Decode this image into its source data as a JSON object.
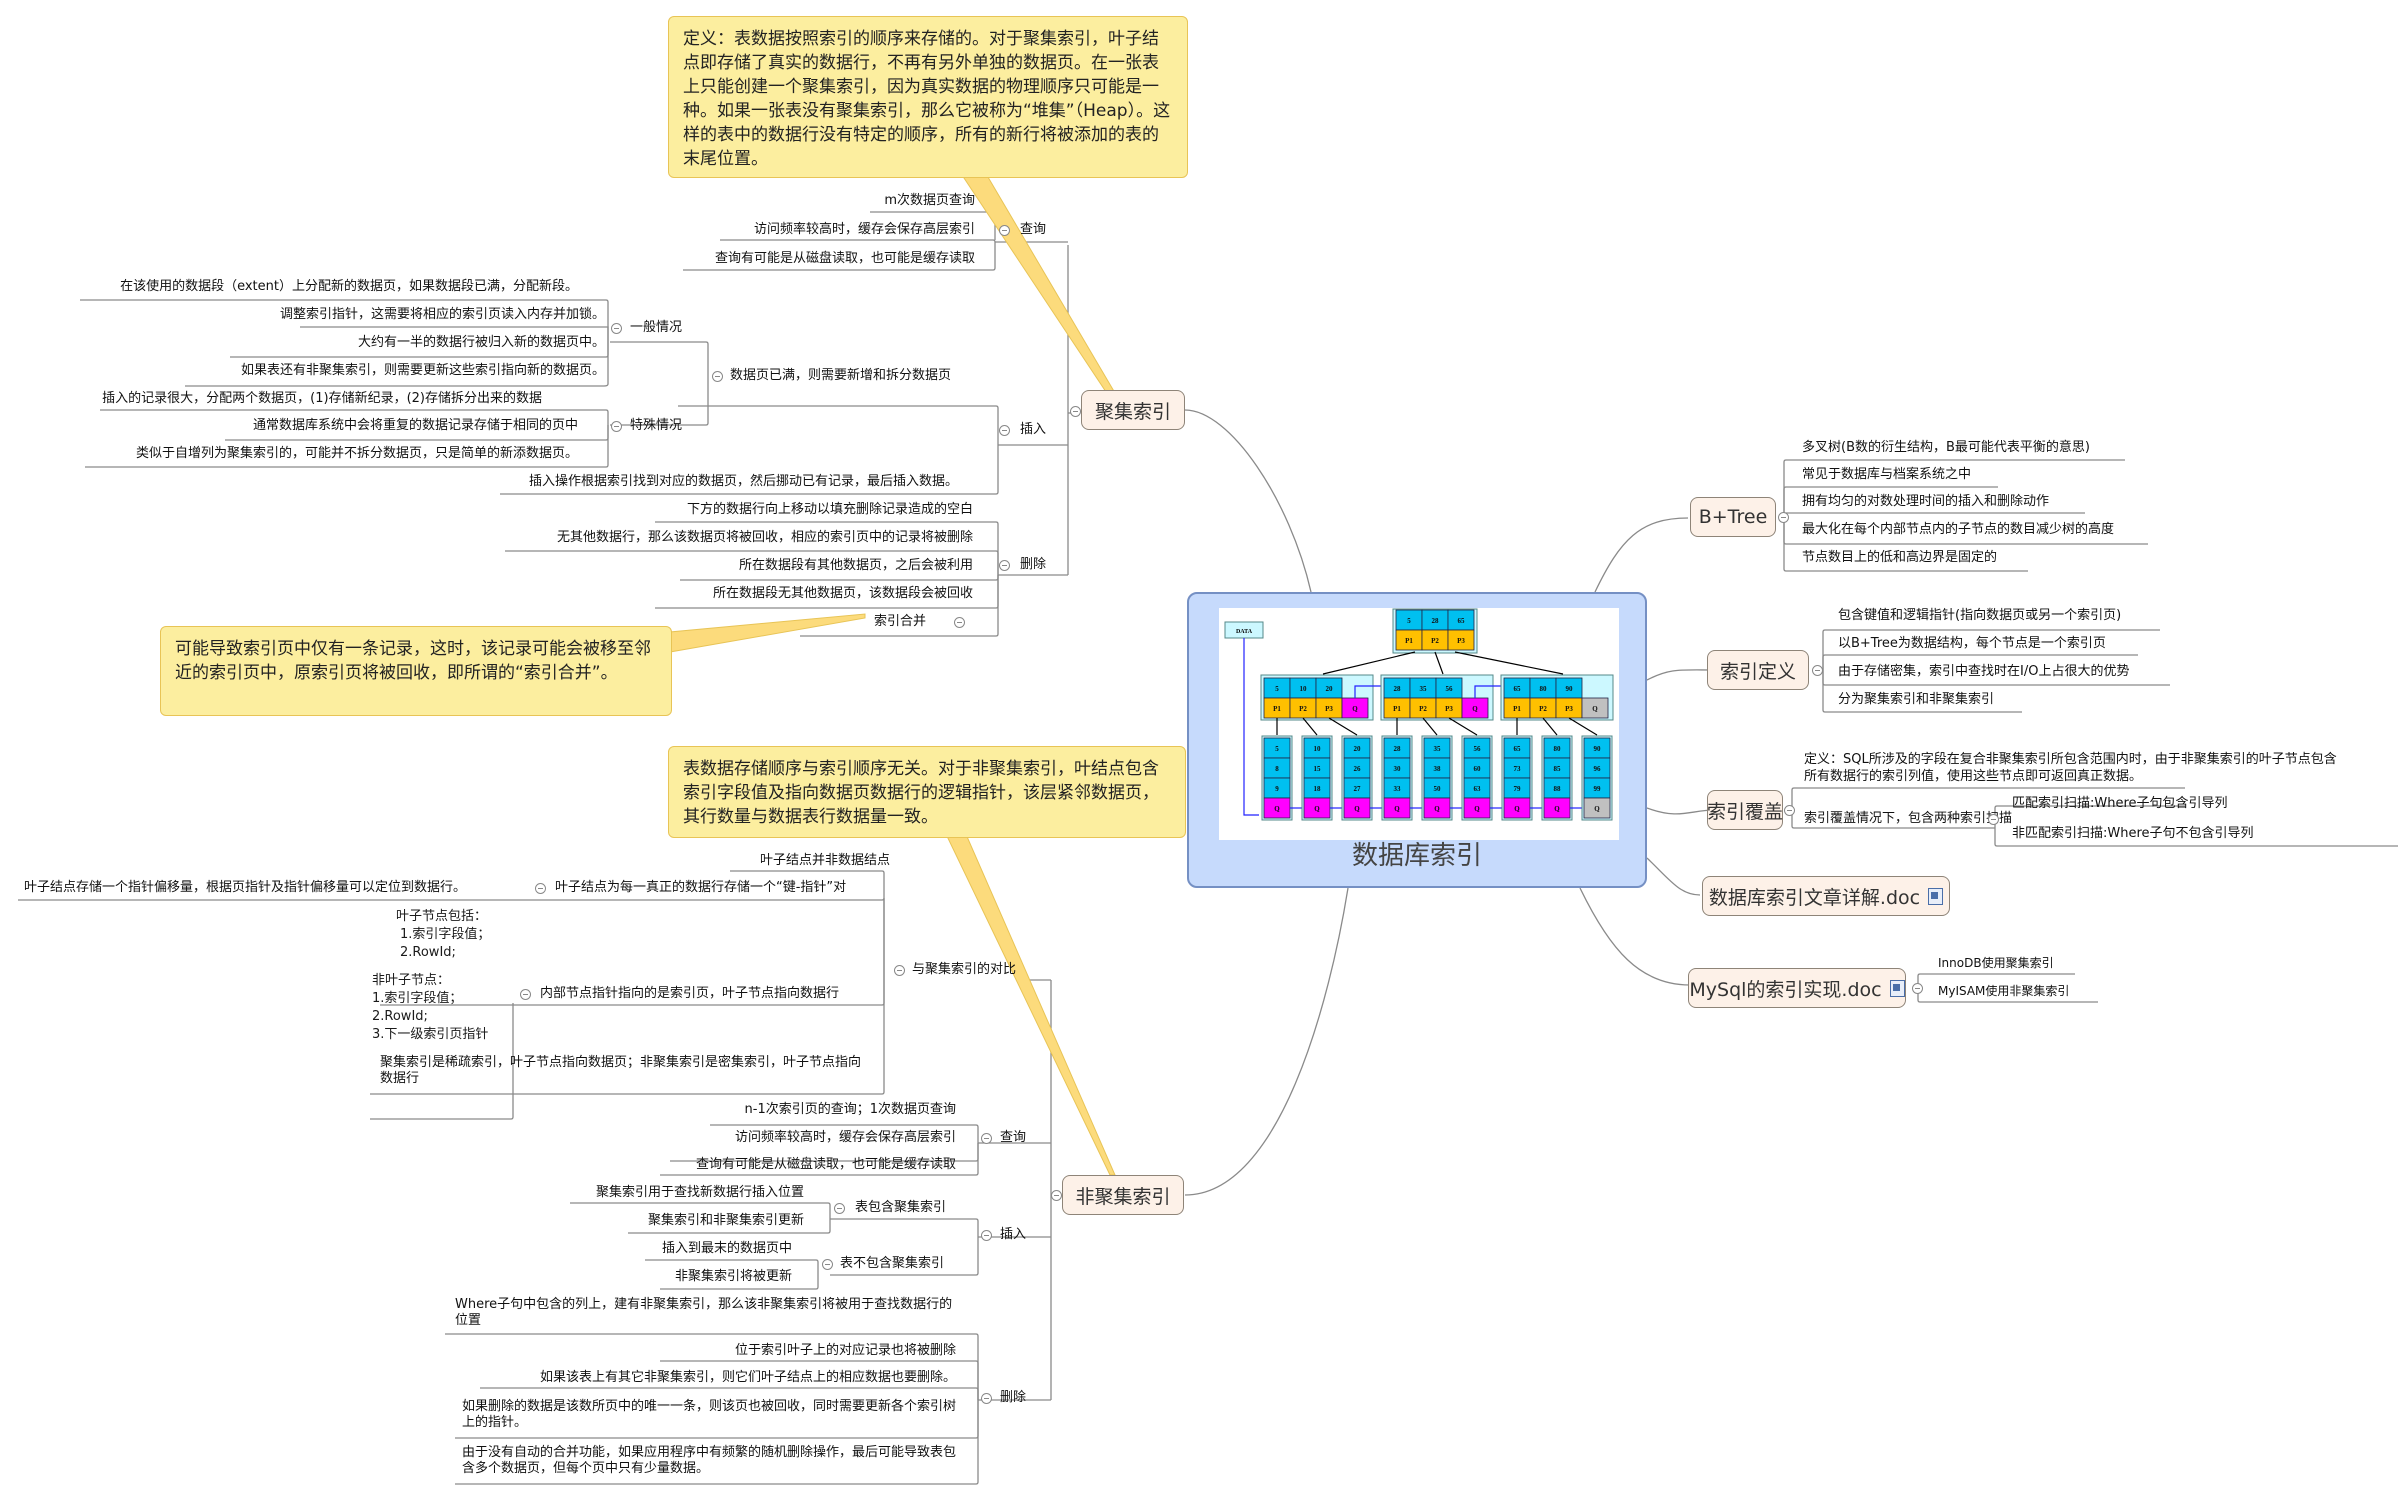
{
  "central": {
    "title": "数据库索引",
    "diagram": {
      "data_label": "DATA",
      "root": {
        "keys": [
          "5",
          "28",
          "65"
        ],
        "ptrs": [
          "P1",
          "P2",
          "P3"
        ]
      },
      "internal": [
        {
          "keys": [
            "5",
            "10",
            "20"
          ],
          "ptrs": [
            "P1",
            "P2",
            "P3"
          ],
          "q": "Q"
        },
        {
          "keys": [
            "28",
            "35",
            "56"
          ],
          "ptrs": [
            "P1",
            "P2",
            "P3"
          ],
          "q": "Q"
        },
        {
          "keys": [
            "65",
            "80",
            "90"
          ],
          "ptrs": [
            "P1",
            "P2",
            "P3"
          ],
          "q": "Q"
        }
      ],
      "leaves": [
        [
          "5",
          "8",
          "9"
        ],
        [
          "10",
          "15",
          "18"
        ],
        [
          "20",
          "26",
          "27"
        ],
        [
          "28",
          "30",
          "33"
        ],
        [
          "35",
          "38",
          "50"
        ],
        [
          "56",
          "60",
          "63"
        ],
        [
          "65",
          "73",
          "79"
        ],
        [
          "80",
          "85",
          "88"
        ],
        [
          "90",
          "96",
          "99"
        ]
      ],
      "leaf_q": "Q",
      "colors": {
        "key": "#00c0f0",
        "ptr": "#ffc000",
        "q": "#ff00ff",
        "q_last": "#c0c0c0",
        "node_bg": "#ccf8ff"
      }
    }
  },
  "clustered": {
    "label": "聚集索引",
    "callout": "定义：表数据按照索引的顺序来存储的。对于聚集索引，叶子结点即存储了真实的数据行，不再有另外单独的数据页。在一张表上只能创建一个聚集索引，因为真实数据的物理顺序只可能是一种。如果一张表没有聚集索引，那么它被称为“堆集”（Heap）。这样的表中的数据行没有特定的顺序，所有的新行将被添加的表的末尾位置。",
    "query": {
      "label": "查询",
      "items": [
        "m次数据页查询",
        "访问频率较高时，缓存会保存高层索引",
        "查询有可能是从磁盘读取，也可能是缓存读取"
      ]
    },
    "insert": {
      "label": "插入",
      "split": {
        "label": "数据页已满，则需要新增和拆分数据页",
        "general": {
          "label": "一般情况",
          "items": [
            "在该使用的数据段（extent）上分配新的数据页，如果数据段已满，分配新段。",
            "调整索引指针，这需要将相应的索引页读入内存并加锁。",
            "大约有一半的数据行被归入新的数据页中。",
            "如果表还有非聚集索引，则需要更新这些索引指向新的数据页。"
          ]
        },
        "special": {
          "label": "特殊情况",
          "items": [
            "插入的记录很大，分配两个数据页，(1)存储新纪录，(2)存储拆分出来的数据",
            "通常数据库系统中会将重复的数据记录存储于相同的页中",
            "类似于自增列为聚集索引的，可能并不拆分数据页，只是简单的新添数据页。"
          ]
        }
      },
      "normal": "插入操作根据索引找到对应的数据页，然后挪动已有记录，最后插入数据。"
    },
    "delete": {
      "label": "删除",
      "items": [
        "下方的数据行向上移动以填充删除记录造成的空白",
        "无其他数据行，那么该数据页将被回收，相应的索引页中的记录将被删除",
        "所在数据段有其他数据页，之后会被利用",
        "所在数据段无其他数据页，该数据段会被回收"
      ],
      "merge": {
        "label": "索引合并",
        "callout": "可能导致索引页中仅有一条记录，这时，该记录可能会被移至邻近的索引页中，原索引页将被回收，即所谓的“索引合并”。"
      }
    }
  },
  "nonclustered": {
    "label": "非聚集索引",
    "callout": "表数据存储顺序与索引顺序无关。对于非聚集索引，叶结点包含索引字段值及指向数据页数据行的逻辑指针，该层紧邻数据页，其行数量与数据表行数据量一致。",
    "compare": {
      "label": "与聚集索引的对比",
      "leaf_not_data": "叶子结点并非数据结点",
      "keyptr": {
        "label": "叶子结点为每一真正的数据行存储一个“键-指针”对",
        "child": "叶子结点存储一个指针偏移量，根据页指针及指针偏移量可以定位到数据行。"
      },
      "inner": {
        "label": "内部节点指针指向的是索引页，叶子节点指向数据行",
        "leaf_node": [
          "叶子节点包括：",
          "1.索引字段值；",
          "2.RowId;"
        ],
        "nonleaf_node": [
          "非叶子节点：",
          "1.索引字段值；",
          "2.RowId;",
          "3.下一级索引页指针"
        ]
      },
      "sparse": "聚集索引是稀疏索引，叶子节点指向数据页；非聚集索引是密集索引，叶子节点指向数据行"
    },
    "query": {
      "label": "查询",
      "items": [
        "n-1次索引页的查询；1次数据页查询",
        "访问频率较高时，缓存会保存高层索引",
        "查询有可能是从磁盘读取，也可能是缓存读取"
      ]
    },
    "insert": {
      "label": "插入",
      "with_clustered": {
        "label": "表包含聚集索引",
        "items": [
          "聚集索引用于查找新数据行插入位置",
          "聚集索引和非聚集索引更新"
        ]
      },
      "without_clustered": {
        "label": "表不包含聚集索引",
        "items": [
          "插入到最末的数据页中",
          "非聚集索引将被更新"
        ]
      }
    },
    "delete": {
      "label": "删除",
      "items": [
        "Where子句中包含的列上，建有非聚集索引，那么该非聚集索引将被用于查找数据行的位置",
        "位于索引叶子上的对应记录也将被删除",
        "如果该表上有其它非聚集索引，则它们叶子结点上的相应数据也要删除。",
        "如果删除的数据是该数所页中的唯一一条，则该页也被回收，同时需要更新各个索引树上的指针。",
        "由于没有自动的合并功能，如果应用程序中有频繁的随机删除操作，最后可能导致表包含多个数据页，但每个页中只有少量数据。"
      ]
    }
  },
  "bplustree": {
    "label": "B+Tree",
    "items": [
      "多叉树(B数的衍生结构，B最可能代表平衡的意思)",
      "常见于数据库与档案系统之中",
      "拥有均匀的对数处理时间的插入和删除动作",
      "最大化在每个内部节点内的子节点的数目减少树的高度",
      "节点数目上的低和高边界是固定的"
    ]
  },
  "index_def": {
    "label": "索引定义",
    "items": [
      "包含键值和逻辑指针(指向数据页或另一个索引页)",
      "以B+Tree为数据结构，每个节点是一个索引页",
      "由于存储密集，索引中查找时在I/O上占很大的优势",
      "分为聚集索引和非聚集索引"
    ]
  },
  "covering": {
    "label": "索引覆盖",
    "definition": "定义：SQL所涉及的字段在复合非聚集索引所包含范围内时，由于非聚集索引的叶子节点包含所有数据行的索引列值，使用这些节点即可返回真正数据。",
    "scan": {
      "label": "索引覆盖情况下，包含两种索引扫描",
      "items": [
        "匹配索引扫描:Where子句包含引导列",
        "非匹配索引扫描:Where子句不包含引导列"
      ]
    }
  },
  "doc1": {
    "label": "数据库索引文章详解.doc",
    "icon": "word-doc-icon"
  },
  "doc2": {
    "label": "MySql的索引实现.doc",
    "icon": "word-doc-icon",
    "items": [
      "InnoDB使用聚集索引",
      "MyISAM使用非聚集索引"
    ]
  },
  "colors": {
    "topic_bg": "#fdf1e8",
    "callout_bg": "#fcee9f",
    "central_bg": "#c6dafc",
    "line": "#888888"
  }
}
